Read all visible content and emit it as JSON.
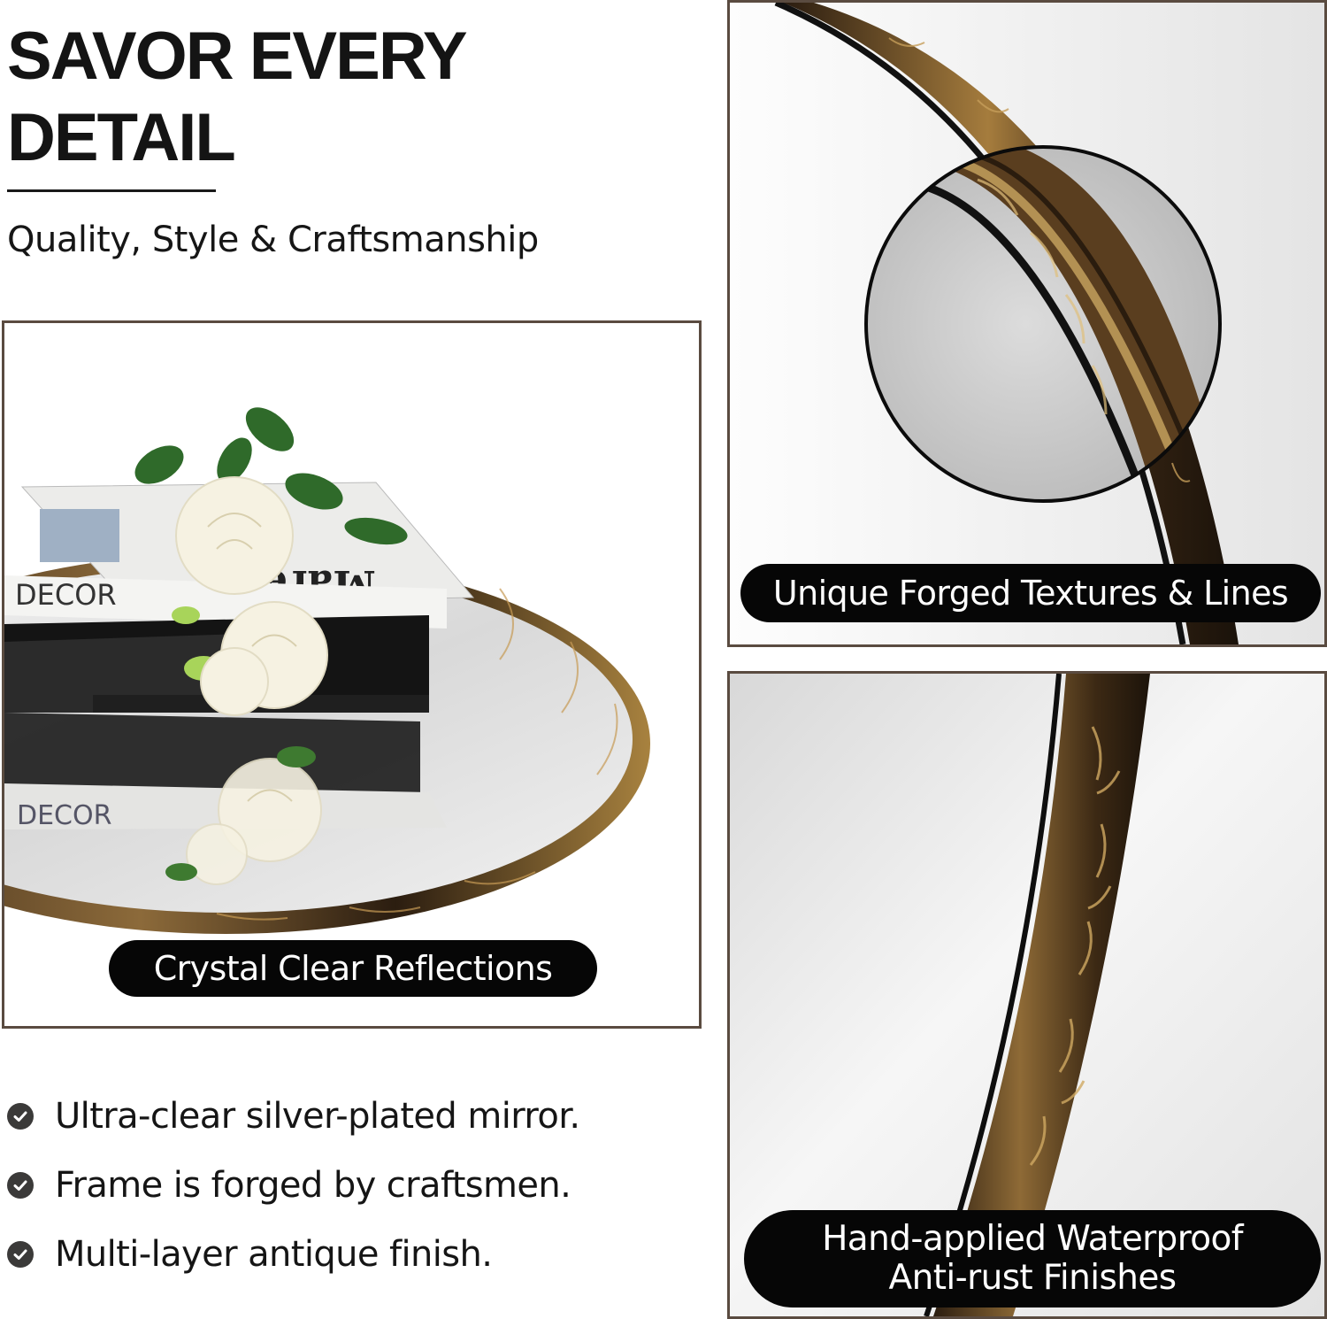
{
  "header": {
    "headline_line1": "SAVOR EVERY",
    "headline_line2": "DETAIL",
    "subtitle": "Quality, Style & Craftsmanship"
  },
  "panels": {
    "left": {
      "caption": "Crystal Clear Reflections",
      "props": {
        "book_spine_text": "DECOR",
        "reflected_text": "DECOR",
        "magazine_title": "Marei"
      }
    },
    "top_right": {
      "caption": "Unique Forged Textures & Lines"
    },
    "bottom_right": {
      "caption_line1": "Hand-applied Waterproof",
      "caption_line2": "Anti-rust Finishes"
    }
  },
  "features": [
    {
      "icon": "check-circle-icon",
      "text": "Ultra-clear silver-plated mirror."
    },
    {
      "icon": "check-circle-icon",
      "text": "Frame is forged by craftsmen."
    },
    {
      "icon": "check-circle-icon",
      "text": "Multi-layer antique finish."
    }
  ],
  "colors": {
    "panel_border": "#5a4b40",
    "frame_dark": "#2a1d12",
    "frame_gold": "#b08a4a",
    "pill_bg": "#060606",
    "check_bg": "#3b3a39"
  }
}
